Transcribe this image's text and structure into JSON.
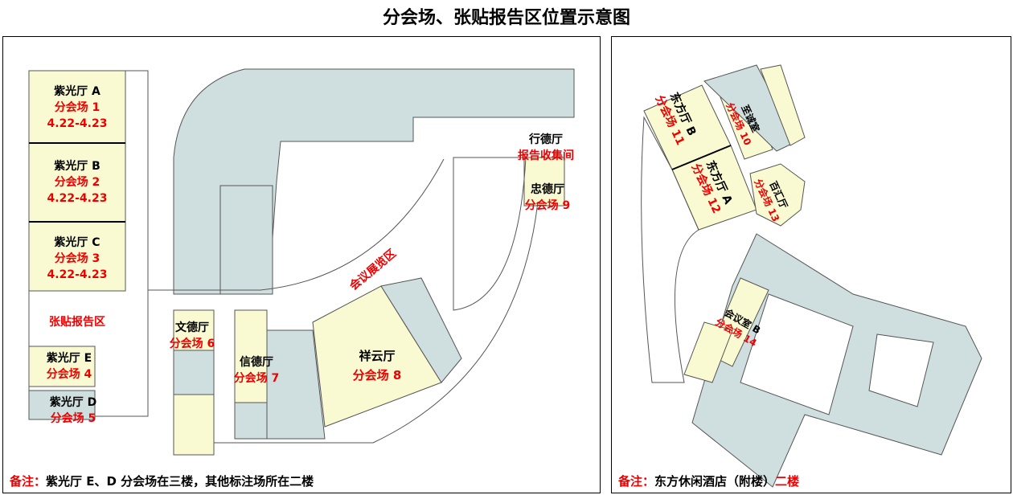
{
  "title": "分会场、张贴报告区位置示意图",
  "colors": {
    "room": "#fafad2",
    "corridor": "#cfdfe0",
    "label": "#ff0000"
  },
  "left": {
    "rooms": [
      {
        "name": "紫光厅 A",
        "venue": "分会场 1",
        "date": "4.22-4.23"
      },
      {
        "name": "紫光厅 B",
        "venue": "分会场 2",
        "date": "4.22-4.23"
      },
      {
        "name": "紫光厅 C",
        "venue": "分会场 3",
        "date": "4.22-4.23"
      },
      {
        "name": "紫光厅 E",
        "venue": "分会场 4"
      },
      {
        "name": "紫光厅 D",
        "venue": "分会场 5"
      },
      {
        "name": "文德厅",
        "venue": "分会场 6"
      },
      {
        "name": "信德厅",
        "venue": "分会场 7"
      },
      {
        "name": "祥云厅",
        "venue": "分会场 8"
      },
      {
        "name": "忠德厅",
        "venue": "分会场 9"
      },
      {
        "name": "行德厅",
        "venue": "报告收集间"
      }
    ],
    "poster_area": "张贴报告区",
    "exhibition": "会议展览区",
    "note_label": "备注：",
    "note_text": "紫光厅 E、D 分会场在三楼，其他标注场所在二楼"
  },
  "right": {
    "rooms": [
      {
        "name": "东方厅 B",
        "venue": "分会场 11"
      },
      {
        "name": "至诚室",
        "venue": "分会场 10"
      },
      {
        "name": "东方厅 A",
        "venue": "分会场 12"
      },
      {
        "name": "百汇厅",
        "venue": "分会场 13"
      },
      {
        "name": "会议室 B",
        "venue": "分会场 14"
      }
    ],
    "note_label": "备注：",
    "note_text": "东方休闲酒店（附楼）",
    "note_floor": "二楼"
  }
}
